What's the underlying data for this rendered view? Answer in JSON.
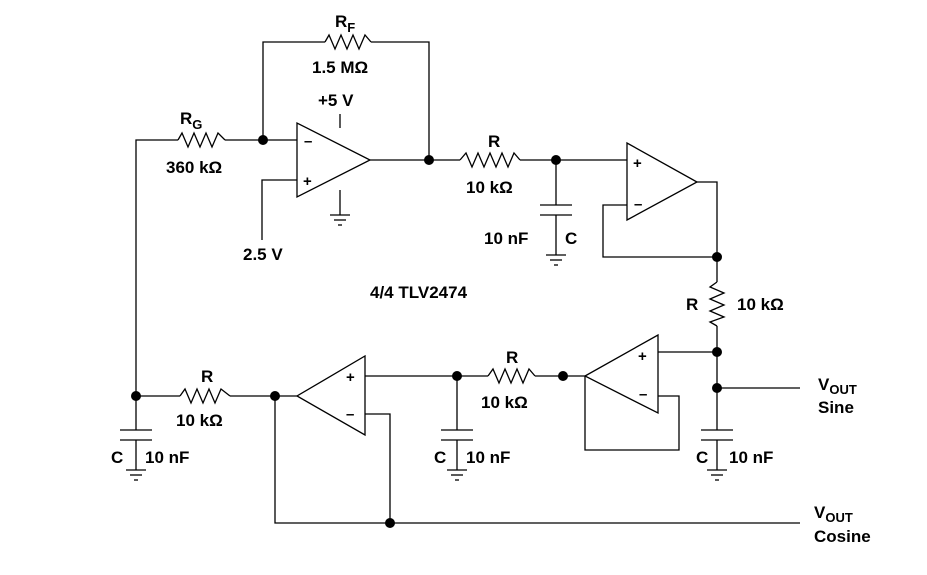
{
  "circuit": {
    "part": "4/4 TLV2474",
    "supply": "+5 V",
    "ref_voltage": "2.5 V",
    "rf": {
      "name": "R",
      "sub": "F",
      "value": "1.5 MΩ"
    },
    "rg": {
      "name": "R",
      "sub": "G",
      "value": "360 kΩ"
    },
    "resistors": [
      {
        "name": "R",
        "value": "10 kΩ"
      },
      {
        "name": "R",
        "value": "10 kΩ"
      },
      {
        "name": "R",
        "value": "10 kΩ"
      },
      {
        "name": "R",
        "value": "10 kΩ"
      }
    ],
    "capacitors": [
      {
        "name": "C",
        "value": "10 nF"
      },
      {
        "name": "C",
        "value": "10 nF"
      },
      {
        "name": "C",
        "value": "10 nF"
      },
      {
        "name": "C",
        "value": "10 nF"
      }
    ],
    "outputs": {
      "sine": {
        "label": "V",
        "sub": "OUT",
        "caption": "Sine"
      },
      "cosine": {
        "label": "V",
        "sub": "OUT",
        "caption": "Cosine"
      }
    },
    "pin_plus": "+",
    "pin_minus": "–"
  }
}
